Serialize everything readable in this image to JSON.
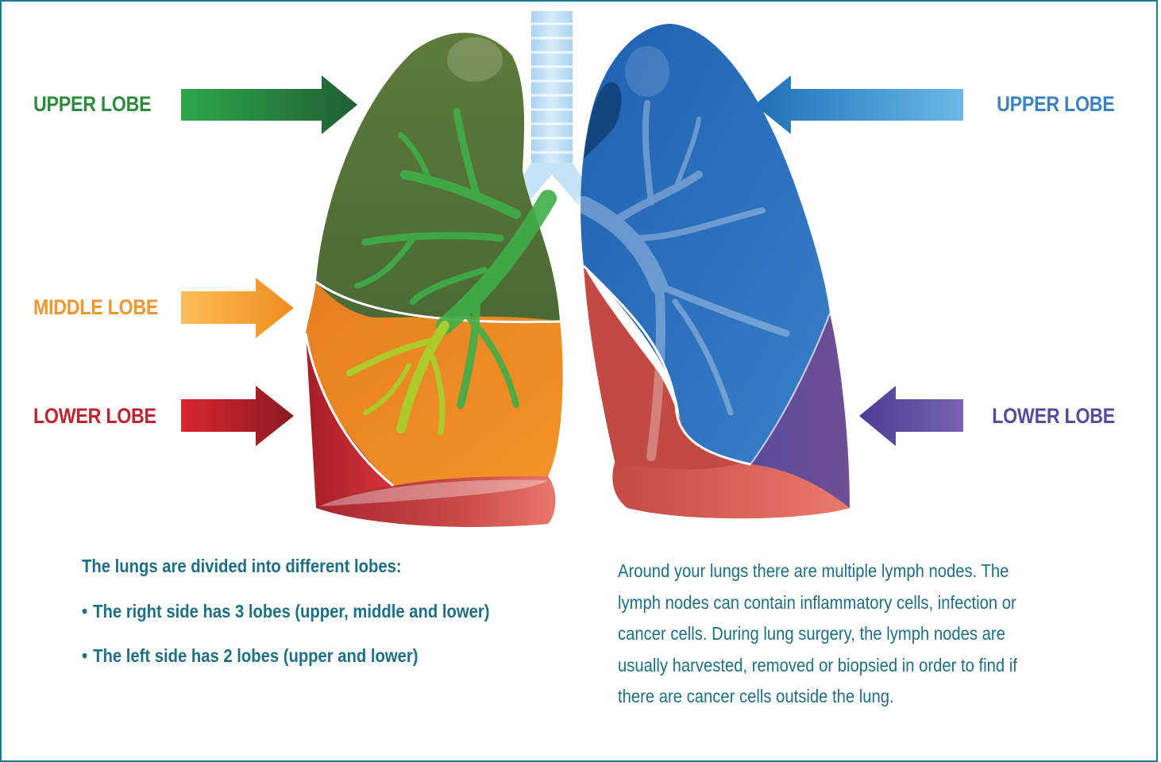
{
  "colors": {
    "border": "#1b7a8e",
    "text": "#1b6f86",
    "upper_left": "#2e8b3e",
    "middle": "#f0962a",
    "lower_left": "#c0232e",
    "upper_right": "#3b82c4",
    "lower_right": "#5b4a9c"
  },
  "labels": {
    "right_lung_upper": "UPPER LOBE",
    "right_lung_middle": "MIDDLE LOBE",
    "right_lung_lower": "LOWER LOBE",
    "left_lung_upper": "UPPER LOBE",
    "left_lung_lower": "LOWER LOBE"
  },
  "text_left": {
    "heading": "The lungs are divided into different lobes:",
    "bullets": [
      "The right side has 3 lobes (upper, middle and lower)",
      "The left side has 2 lobes (upper and lower)"
    ]
  },
  "text_right": {
    "lines": [
      "Around your lungs there are multiple lymph nodes. The",
      "lymph nodes can contain inflammatory cells, infection or",
      "cancer cells. During lung surgery, the lymph nodes are",
      "usually harvested, removed or biopsied in order to find if",
      "there are cancer cells outside the lung."
    ]
  }
}
